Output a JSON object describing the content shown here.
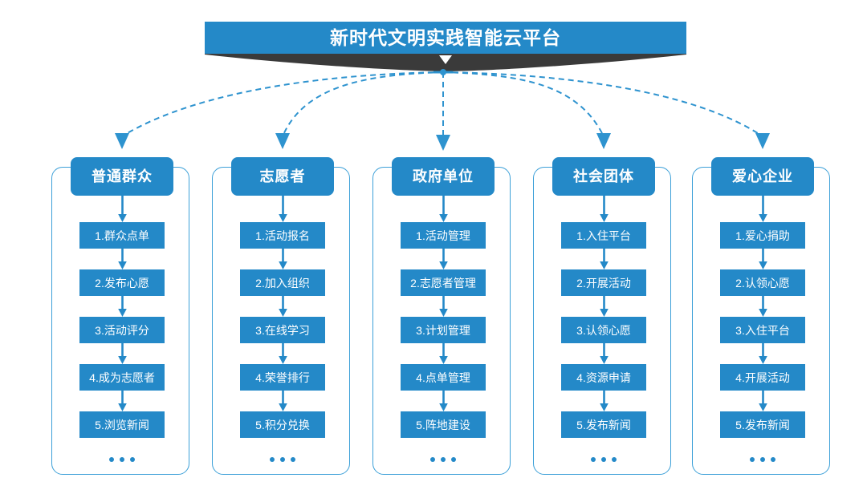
{
  "root": {
    "title": "新时代文明实践智能云平台",
    "banner_color": "#2489c8",
    "ribbon_color": "#3a3a3a",
    "title_color": "#ffffff"
  },
  "style": {
    "box_color": "#2489c8",
    "frame_border_color": "#3ca0d8",
    "connector_color": "#2e93cf",
    "arrow_color": "#2489c8",
    "background": "#ffffff"
  },
  "ellipsis_label": "...",
  "columns": [
    {
      "header": "普通群众",
      "steps": [
        "1.群众点单",
        "2.发布心愿",
        "3.活动评分",
        "4.成为志愿者",
        "5.浏览新闻"
      ]
    },
    {
      "header": "志愿者",
      "steps": [
        "1.活动报名",
        "2.加入组织",
        "3.在线学习",
        "4.荣誉排行",
        "5.积分兑换"
      ]
    },
    {
      "header": "政府单位",
      "steps": [
        "1.活动管理",
        "2.志愿者管理",
        "3.计划管理",
        "4.点单管理",
        "5.阵地建设"
      ]
    },
    {
      "header": "社会团体",
      "steps": [
        "1.入住平台",
        "2.开展活动",
        "3.认领心愿",
        "4.资源申请",
        "5.发布新闻"
      ]
    },
    {
      "header": "爱心企业",
      "steps": [
        "1.爱心捐助",
        "2.认领心愿",
        "3.入住平台",
        "4.开展活动",
        "5.发布新闻"
      ]
    }
  ]
}
